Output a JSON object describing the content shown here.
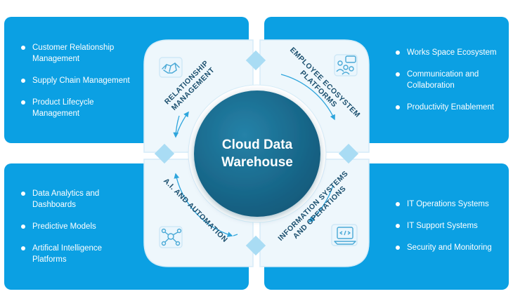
{
  "center": {
    "line1": "Cloud Data",
    "line2": "Warehouse"
  },
  "segments": {
    "top_left": {
      "label_line1": "RELATIONSHIP",
      "label_line2": "MANAGEMENT",
      "icon": "handshake-icon"
    },
    "top_right": {
      "label_line1": "EMPLOYEE ECOSYSTEM",
      "label_line2": "PLATFORMS",
      "icon": "team-chat-icon"
    },
    "bottom_left": {
      "label_line1": "A.I. AND AUTOMATION",
      "icon": "network-nodes-icon"
    },
    "bottom_right": {
      "label_line1": "INFORMATION SYSTEMS",
      "label_line2": "AND OPERATIONS",
      "icon": "laptop-code-icon"
    }
  },
  "panels": {
    "top_left": {
      "items": [
        "Customer Relationship Management",
        "Supply Chain Management",
        "Product Lifecycle Management"
      ]
    },
    "top_right": {
      "items": [
        "Works Space Ecosystem",
        "Communication and Collaboration",
        "Productivity Enablement"
      ]
    },
    "bottom_left": {
      "items": [
        "Data Analytics and Dashboards",
        "Predictive Models",
        "Artifical Intelligence Platforms"
      ]
    },
    "bottom_right": {
      "items": [
        "IT Operations Systems",
        "IT Support Systems",
        "Security and Monitoring"
      ]
    }
  },
  "colors": {
    "panel": "#0ba0e3",
    "hub_bg": "#eef7fc",
    "center_circle": "#1a6f94",
    "label": "#1b4f6e",
    "diamond": "#a9dcf4",
    "arrow": "#2ea5dc"
  }
}
